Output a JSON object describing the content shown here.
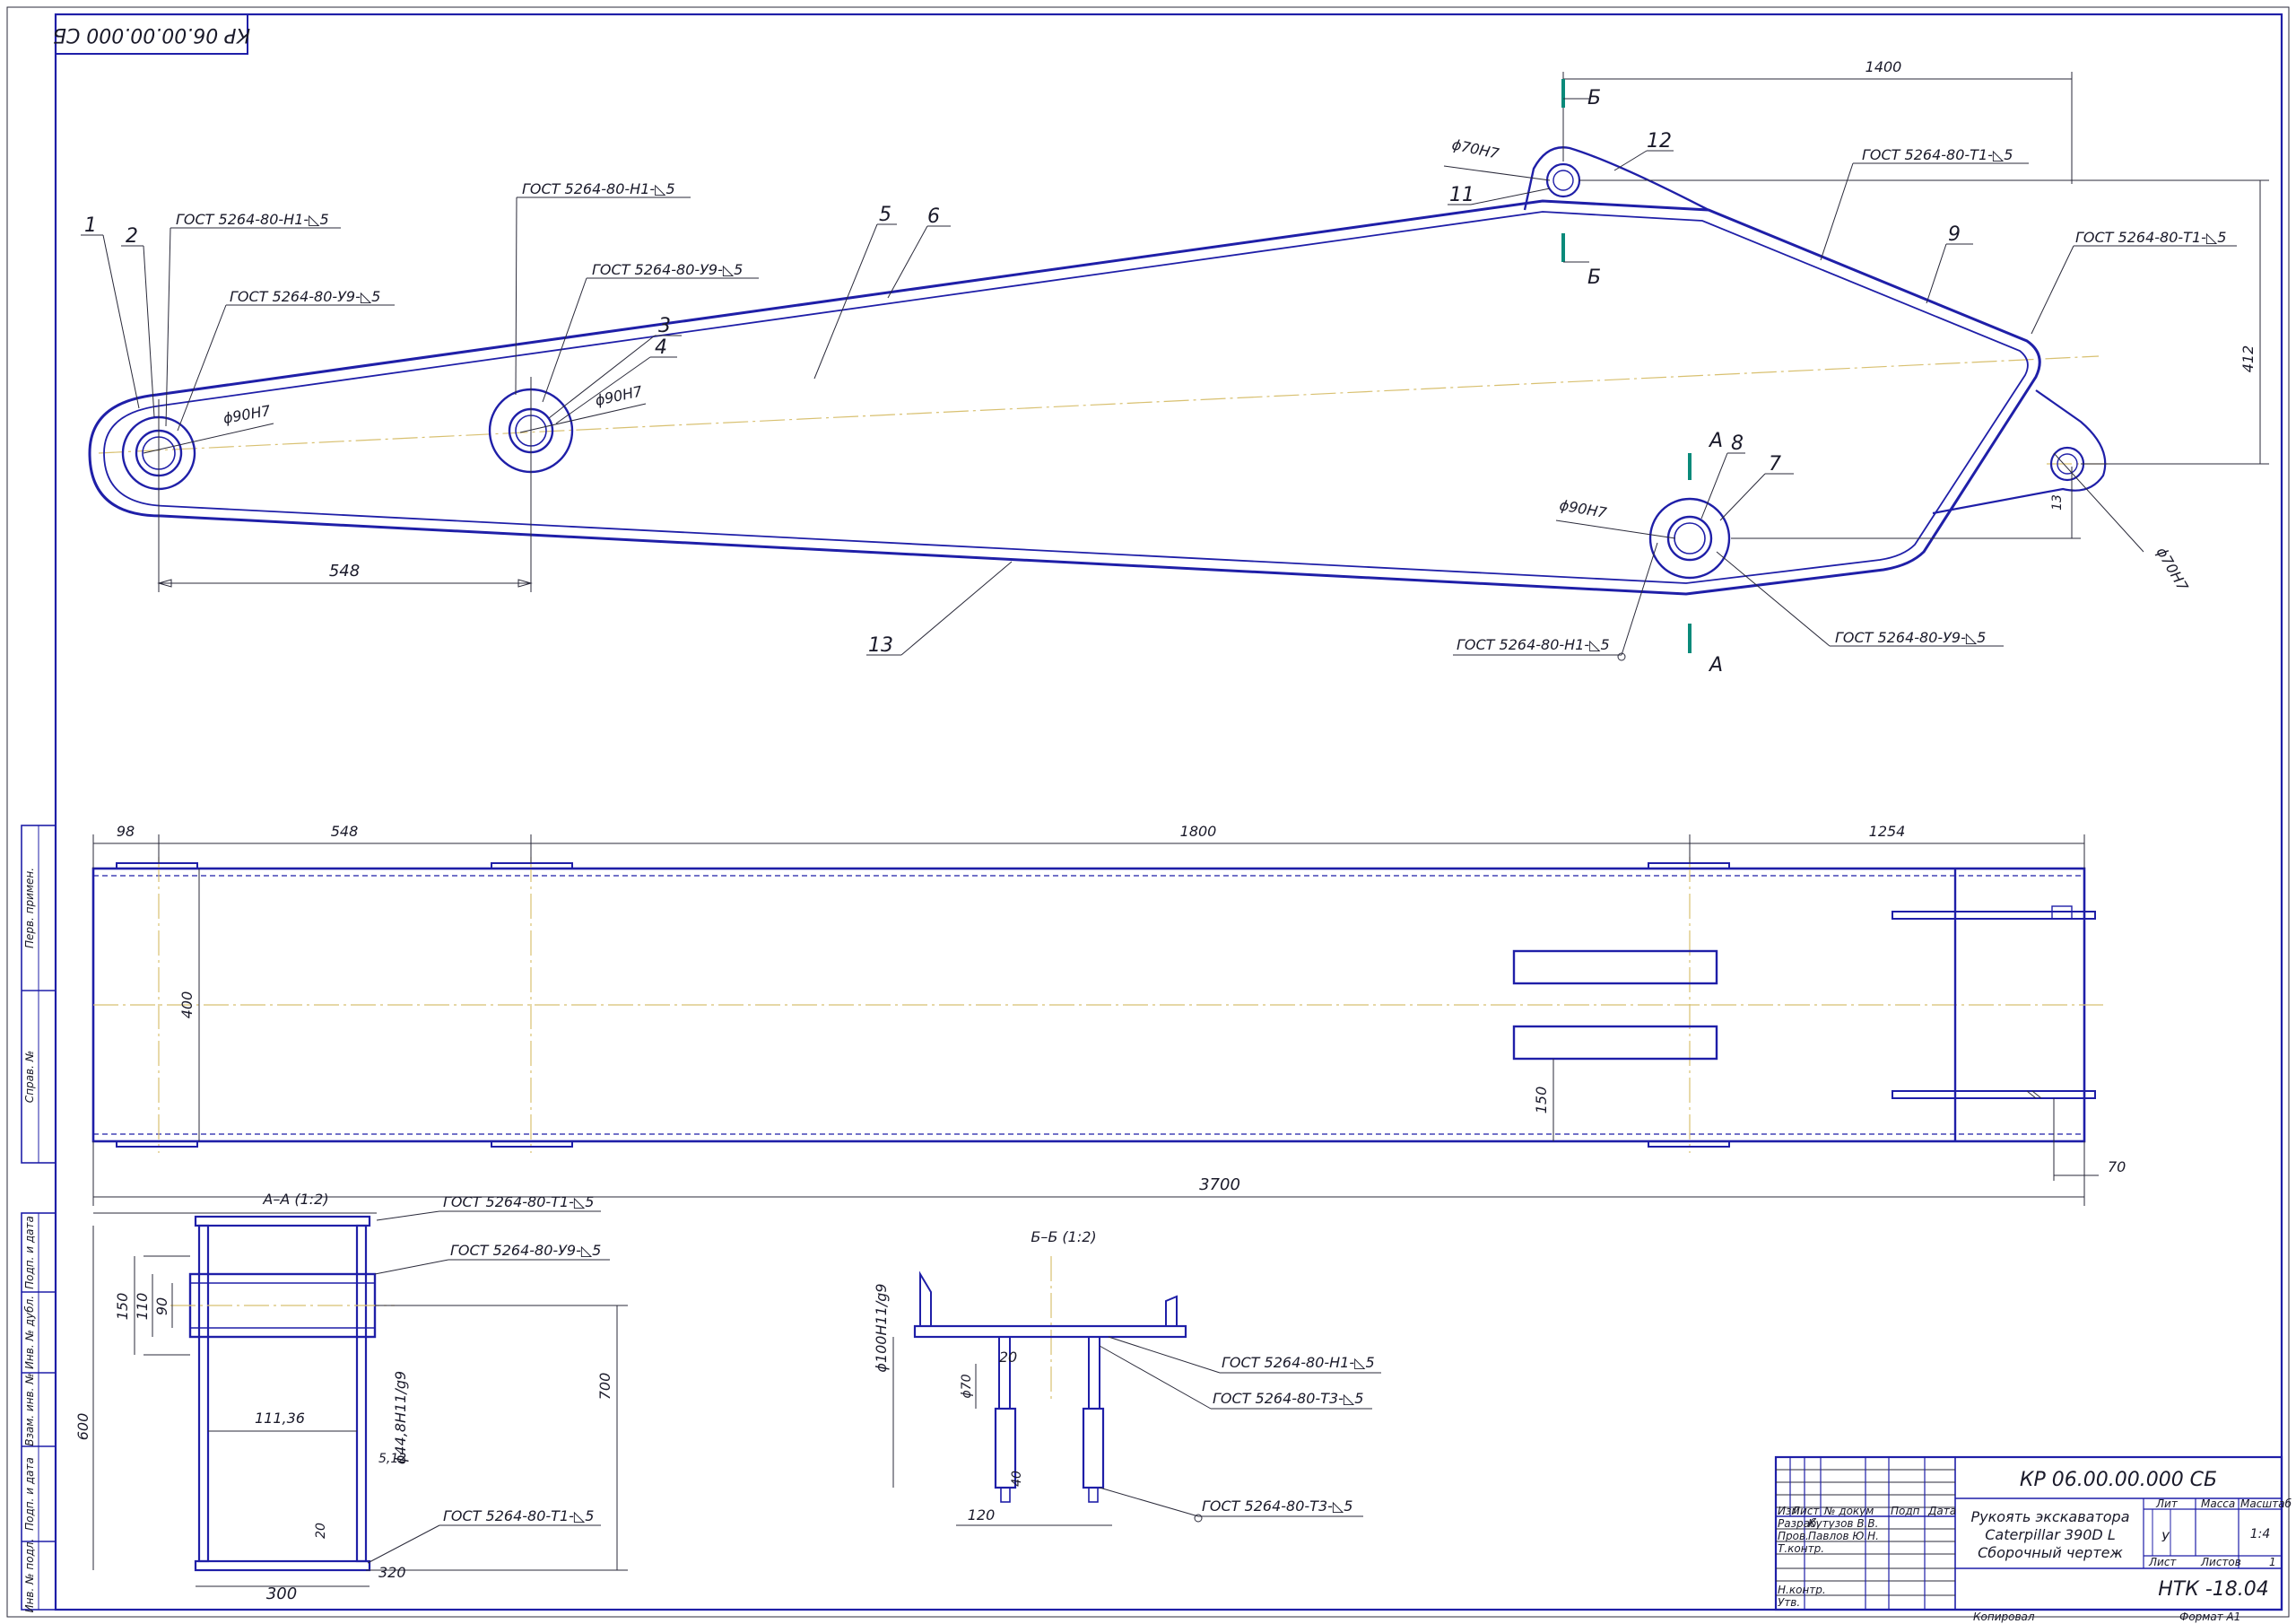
{
  "drawing_code": "КР 06.00.00.000 СБ",
  "stamp": {
    "code": "КР 06.00.00.000 СБ",
    "title_line1": "Рукоять экскаватора",
    "title_line2": "Caterpillar 390D L",
    "title_line3": "Сборочный чертеж",
    "org": "НТК -18.04",
    "scale": "1:4",
    "lit_value": "У",
    "sheets_value": "1",
    "headers": {
      "izm": "Изм",
      "list": "Лист",
      "ndoc": "№ докум",
      "podp": "Подп",
      "data": "Дата",
      "lit": "Лит",
      "massa": "Масса",
      "masshtab": "Масштаб",
      "list2": "Лист",
      "listov": "Листов"
    },
    "roles": [
      "Разраб.",
      "Пров.",
      "Т.контр.",
      "",
      "Н.контр.",
      "Утв."
    ],
    "names": [
      "Кутузов В.В.",
      "Павлов Ю.Н."
    ],
    "copied": "Копировал",
    "format": "Формат   А1"
  },
  "side_strip": [
    "Перв. примен.",
    "Справ. №",
    "Подп. и дата",
    "Инв. № дубл.",
    "Взам. инв. №",
    "Подп. и дата",
    "Инв. № подл."
  ],
  "main_view": {
    "positions": [
      "1",
      "2",
      "3",
      "4",
      "5",
      "6",
      "7",
      "8",
      "9",
      "11",
      "12",
      "13"
    ],
    "welds": {
      "w1": "ГОСТ 5264-80-Н1-◺5",
      "w2": "ГОСТ 5264-80-У9-◺5",
      "w3": "ГОСТ 5264-80-Н1-◺5",
      "w4": "ГОСТ 5264-80-У9-◺5",
      "w5": "ГОСТ 5264-80-Т1-◺5",
      "w6": "ГОСТ 5264-80-Т1-◺5",
      "w7": "ГОСТ 5264-80-Н1-◺5",
      "w8": "ГОСТ 5264-80-У9-◺5"
    },
    "fits": {
      "f1": "ϕ90Н7",
      "f2": "ϕ90Н7",
      "f3": "ϕ70Н7",
      "f4": "ϕ90Н7",
      "f5": "ϕ70Н7"
    },
    "dims": {
      "d548": "548",
      "d1400": "1400",
      "d412": "412",
      "d13": "13"
    },
    "cut_a": "А",
    "cut_b": "Б"
  },
  "plan_view": {
    "dims": {
      "d98": "98",
      "d548": "548",
      "d1800": "1800",
      "d1254": "1254",
      "d400": "400",
      "d150": "150",
      "d3700": "3700",
      "d70": "70"
    }
  },
  "section_aa": {
    "title": "А–А (1:2)",
    "welds": [
      "ГОСТ 5264-80-Т1-◺5",
      "ГОСТ 5264-80-У9-◺5",
      "ГОСТ 5264-80-Т1-◺5"
    ],
    "dims": {
      "d150": "150",
      "d110": "110",
      "d90": "90",
      "d600": "600",
      "d700": "700",
      "d111": "111,36",
      "d44": "ϕ44,8Н11/g9",
      "d512": "5,12",
      "d20": "20",
      "d300": "300",
      "d320": "320"
    }
  },
  "section_bb": {
    "title": "Б–Б (1:2)",
    "welds": [
      "ГОСТ 5264-80-Н1-◺5",
      "ГОСТ 5264-80-Т3-◺5",
      "ГОСТ 5264-80-Т3-◺5"
    ],
    "dims": {
      "d100": "ϕ100Н11/g9",
      "d70": "ϕ70",
      "d20": "20",
      "d40": "40",
      "d120": "120"
    }
  }
}
